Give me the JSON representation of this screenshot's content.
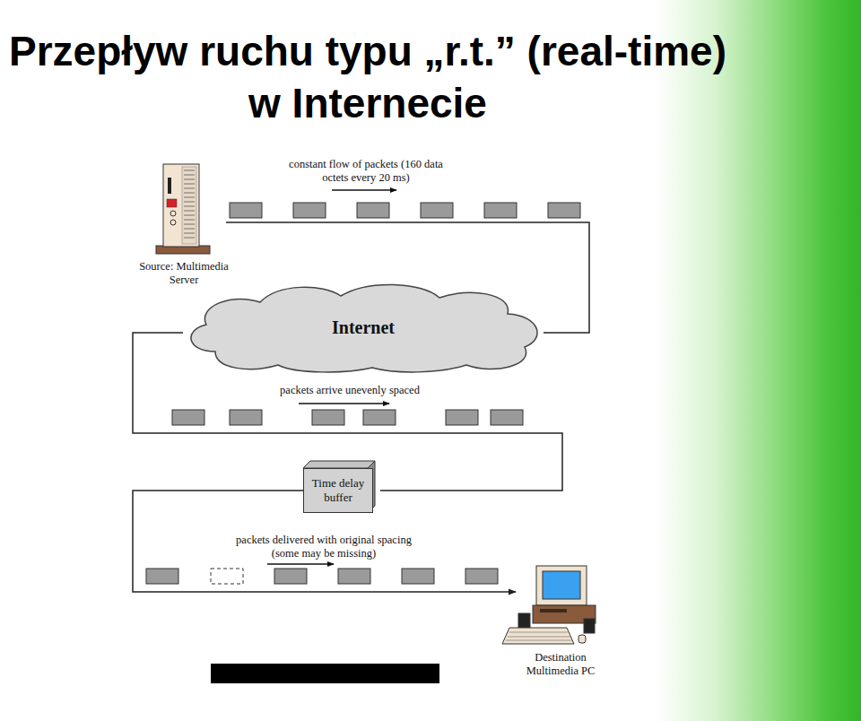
{
  "diagram": {
    "title": "Przepływ ruchu typu „r.t.” (real-time) w Internecie",
    "nodes": [
      {
        "text": [
          "Source: Multimedia Server"
        ]
      },
      {
        "text": [
          "Internet"
        ]
      },
      {
        "text": [
          "Time delay buffer"
        ]
      },
      {
        "text": [
          "Destination Multimedia PC"
        ]
      }
    ],
    "edges": [
      {
        "from": 0,
        "to": 1,
        "arrow": "none"
      },
      {
        "from": 1,
        "to": 2,
        "arrow": "none"
      },
      {
        "from": 2,
        "to": 3,
        "arrow": "to"
      }
    ],
    "labels": [
      "constant flow of packets (160 data octets every 20 ms)",
      "packets arrive unevenly spaced",
      "packets delivered with original spacing (some may be missing)"
    ]
  }
}
